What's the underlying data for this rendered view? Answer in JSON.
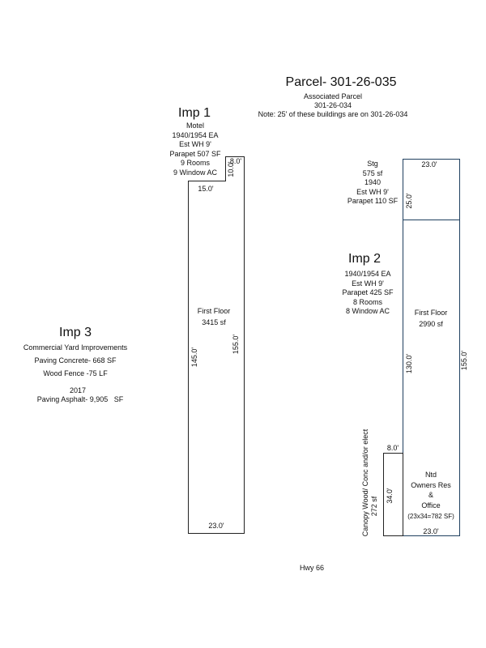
{
  "header": {
    "title": "Parcel- 301-26-035",
    "associated_label": "Associated Parcel",
    "associated_parcel": "301-26-034",
    "note": "Note: 25' of these buildings are on 301-26-034"
  },
  "colors": {
    "imp1_outline": "#222222",
    "imp2_outline": "#1f3f5f",
    "canopy_outline": "#222222",
    "text": "#111111"
  },
  "imp1": {
    "title": "Imp 1",
    "details": [
      "Motel",
      "1940/1954 EA",
      "Est WH 9'",
      "Parapet 507 SF",
      "9 Rooms",
      "9 Window AC"
    ],
    "area_label": "First Floor",
    "area_value": "3415 sf",
    "dims": {
      "notch_top": "8.0'",
      "notch_side": "10.0'",
      "top": "15.0'",
      "left": "145.0'",
      "right": "155.0'",
      "bottom": "23.0'"
    }
  },
  "imp2": {
    "title": "Imp 2",
    "details": [
      "1940/1954 EA",
      "Est WH 9'",
      "Parapet 425 SF",
      "8 Rooms",
      "8 Window AC"
    ],
    "area_label": "First Floor",
    "area_value": "2990 sf",
    "dims": {
      "left": "130.0'",
      "right": "155.0'",
      "bottom": "23.0'"
    },
    "storage": {
      "details": [
        "Stg",
        "575 sf",
        "1940",
        "Est WH 9'",
        "Parapet 110 SF"
      ],
      "dims": {
        "top": "23.0'",
        "side": "25.0'"
      }
    },
    "owners_res": {
      "lines": [
        "Ntd",
        "Owners Res",
        "&",
        "Office",
        "(23x34=782 SF)"
      ]
    },
    "canopy": {
      "label": "Canopy Wood/ Conc and/or elect",
      "area": "272 sf",
      "dims": {
        "top": "8.0'",
        "side": "34.0'"
      }
    }
  },
  "imp3": {
    "title": "Imp 3",
    "details": [
      "Commercial Yard Improvements",
      "Paving Concrete- 668 SF",
      "Wood Fence -75 LF"
    ],
    "year": "2017",
    "asphalt": "Paving Asphalt- 9,905   SF"
  },
  "road_label": "Hwy 66"
}
